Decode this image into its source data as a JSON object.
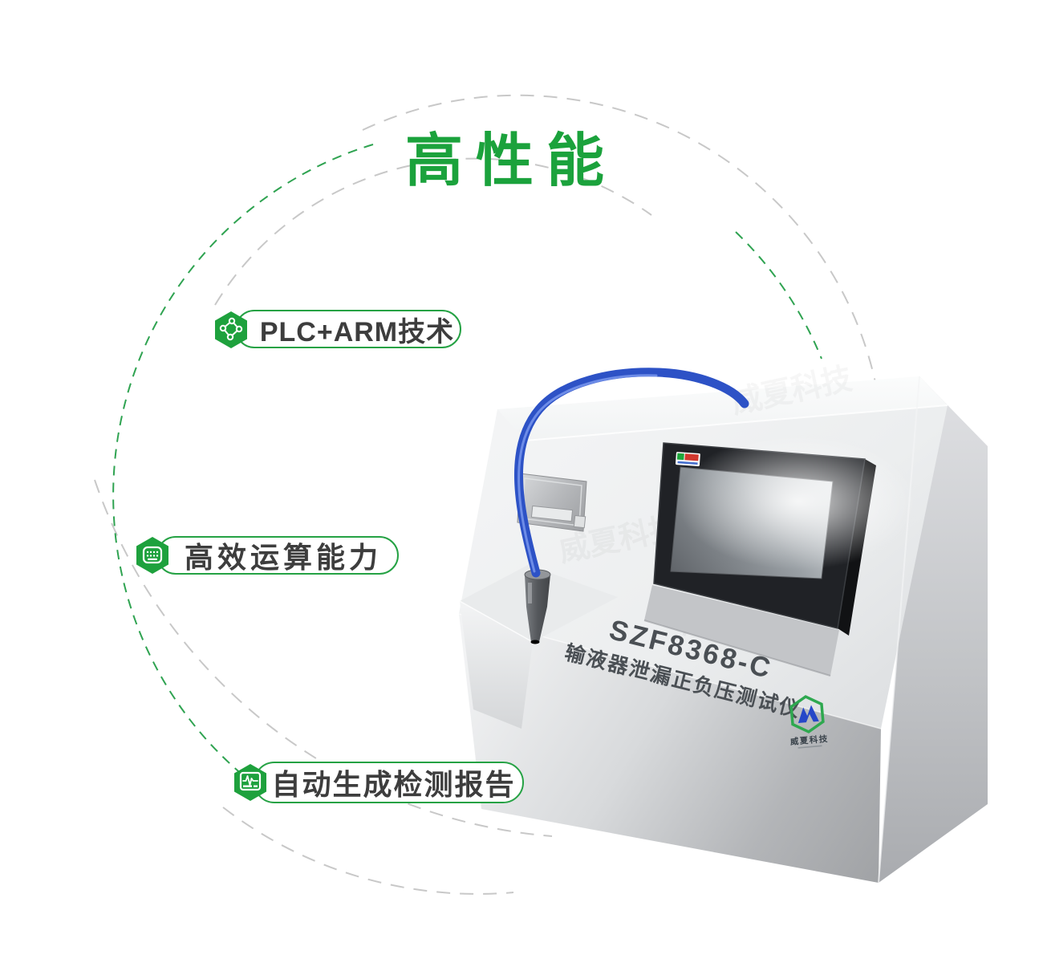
{
  "page": {
    "title": "高性能",
    "title_color": "#1BA23C",
    "background": "#ffffff",
    "arc_gray": "#c8c8c8",
    "arc_green": "#2FA351",
    "accent_green": "#1EA13D"
  },
  "features": [
    {
      "label": "PLC+ARM技术",
      "icon": "molecule-network-icon"
    },
    {
      "label": "高效运算能力",
      "icon": "keypad-icon"
    },
    {
      "label": "自动生成检测报告",
      "icon": "report-waveform-icon"
    }
  ],
  "device": {
    "model": "SZF8368-C",
    "name": "输液器泄漏正负压测试仪",
    "logo_text": "威夏科技",
    "tube_color": "#2D52C6"
  }
}
